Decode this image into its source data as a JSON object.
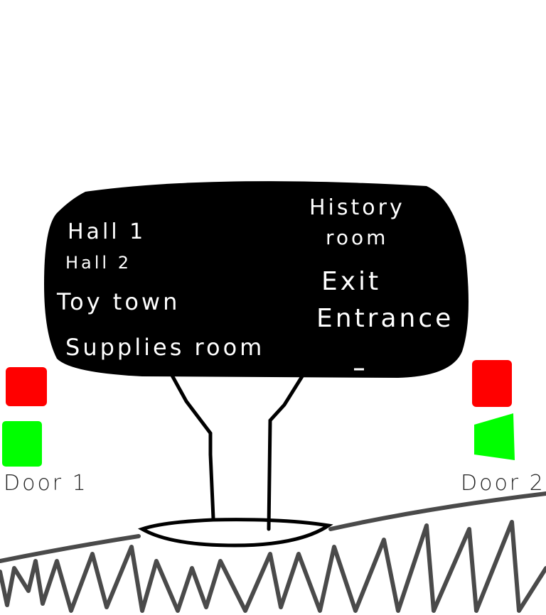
{
  "sign": {
    "left": [
      "Hall 1",
      "Hall 2",
      "Toy town",
      "Supplies room"
    ],
    "right": [
      "History",
      "room",
      "Exit",
      "Entrance"
    ]
  },
  "doors": [
    {
      "label": "Door 1",
      "top_color": "#ff0000",
      "bottom_color": "#00ff00"
    },
    {
      "label": "Door 2",
      "top_color": "#ff0000",
      "bottom_color": "#00ff00"
    }
  ],
  "colors": {
    "sign": "#000000",
    "ground": "#4a4a4a",
    "text": "#ffffff"
  }
}
